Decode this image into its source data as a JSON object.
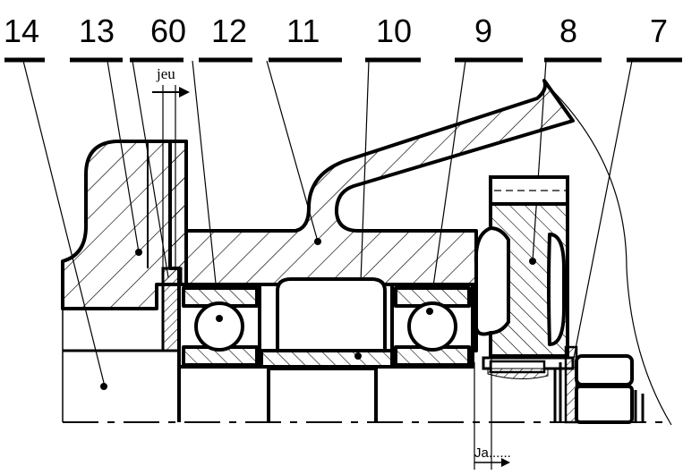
{
  "callouts": [
    {
      "id": "p14",
      "label": "14"
    },
    {
      "id": "p13",
      "label": "13"
    },
    {
      "id": "p60",
      "label": "60"
    },
    {
      "id": "p12",
      "label": "12"
    },
    {
      "id": "p11",
      "label": "11"
    },
    {
      "id": "p10",
      "label": "10"
    },
    {
      "id": "p9",
      "label": "9"
    },
    {
      "id": "p8",
      "label": "8"
    },
    {
      "id": "p7",
      "label": "7"
    }
  ],
  "annotations": {
    "jeu": "jeu",
    "ja": "Ja......"
  }
}
